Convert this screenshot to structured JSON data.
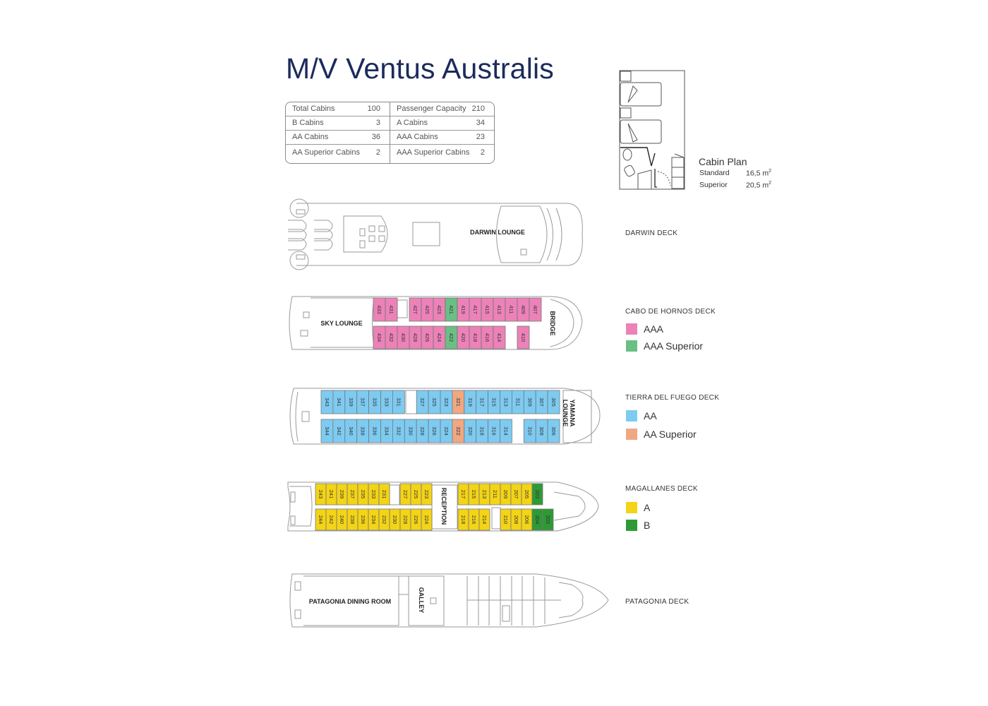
{
  "title": "M/V Ventus Australis",
  "stats": {
    "left": [
      {
        "label": "Total Cabins",
        "value": "100"
      },
      {
        "label": "B Cabins",
        "value": "3"
      },
      {
        "label": "AA Cabins",
        "value": "36"
      },
      {
        "label": "AA Superior Cabins",
        "value": "2"
      }
    ],
    "right": [
      {
        "label": "Passenger Capacity",
        "value": "210"
      },
      {
        "label": "A Cabins",
        "value": "34"
      },
      {
        "label": "AAA Cabins",
        "value": "23"
      },
      {
        "label": "AAA Superior Cabins",
        "value": "2"
      }
    ]
  },
  "cabin_plan": {
    "title": "Cabin Plan",
    "sizes": [
      {
        "type": "Standard",
        "area": "16,5 m",
        "sup": "2"
      },
      {
        "type": "Superior",
        "area": "20,5 m",
        "sup": "2"
      }
    ]
  },
  "colors": {
    "AAA": "#ec82b8",
    "AAA Superior": "#6abf84",
    "AA": "#7ecbf2",
    "AA Superior": "#f0a882",
    "A": "#f3d417",
    "B": "#2e9a35",
    "title": "#1c2a5c",
    "outline": "#9a9a9a"
  },
  "decks": {
    "darwin": {
      "name": "DARWIN DECK",
      "rooms": [
        "DARWIN LOUNGE"
      ]
    },
    "cabo": {
      "name": "CABO DE HORNOS DECK",
      "legend": [
        {
          "label": "AAA",
          "category": "AAA"
        },
        {
          "label": "AAA Superior",
          "category": "AAA Superior"
        }
      ],
      "rooms": [
        "SKY LOUNGE",
        "BRIDGE"
      ],
      "top_row": [
        {
          "n": "433",
          "c": "AAA"
        },
        {
          "n": "431",
          "c": "AAA"
        },
        null,
        {
          "n": "427",
          "c": "AAA"
        },
        {
          "n": "425",
          "c": "AAA"
        },
        {
          "n": "423",
          "c": "AAA"
        },
        {
          "n": "421",
          "c": "AAA Superior"
        },
        {
          "n": "419",
          "c": "AAA"
        },
        {
          "n": "417",
          "c": "AAA"
        },
        {
          "n": "415",
          "c": "AAA"
        },
        {
          "n": "413",
          "c": "AAA"
        },
        {
          "n": "411",
          "c": "AAA"
        },
        {
          "n": "409",
          "c": "AAA"
        },
        {
          "n": "407",
          "c": "AAA"
        }
      ],
      "bottom_row": [
        {
          "n": "434",
          "c": "AAA"
        },
        {
          "n": "432",
          "c": "AAA"
        },
        {
          "n": "430",
          "c": "AAA"
        },
        {
          "n": "428",
          "c": "AAA"
        },
        {
          "n": "426",
          "c": "AAA"
        },
        {
          "n": "424",
          "c": "AAA"
        },
        {
          "n": "422",
          "c": "AAA Superior"
        },
        {
          "n": "420",
          "c": "AAA"
        },
        {
          "n": "418",
          "c": "AAA"
        },
        {
          "n": "416",
          "c": "AAA"
        },
        {
          "n": "414",
          "c": "AAA"
        },
        null,
        {
          "n": "410",
          "c": "AAA"
        },
        null
      ]
    },
    "tierra": {
      "name": "TIERRA DEL FUEGO DECK",
      "legend": [
        {
          "label": "AA",
          "category": "AA"
        },
        {
          "label": "AA Superior",
          "category": "AA Superior"
        }
      ],
      "rooms": [
        "YAMANA",
        "LOUNGE"
      ],
      "top_row": [
        {
          "n": "343",
          "c": "AA"
        },
        {
          "n": "341",
          "c": "AA"
        },
        {
          "n": "339",
          "c": "AA"
        },
        {
          "n": "337",
          "c": "AA"
        },
        {
          "n": "335",
          "c": "AA"
        },
        {
          "n": "333",
          "c": "AA"
        },
        {
          "n": "331",
          "c": "AA"
        },
        null,
        {
          "n": "327",
          "c": "AA"
        },
        {
          "n": "325",
          "c": "AA"
        },
        {
          "n": "323",
          "c": "AA"
        },
        {
          "n": "321",
          "c": "AA Superior"
        },
        {
          "n": "319",
          "c": "AA"
        },
        {
          "n": "317",
          "c": "AA"
        },
        {
          "n": "315",
          "c": "AA"
        },
        {
          "n": "313",
          "c": "AA"
        },
        {
          "n": "311",
          "c": "AA"
        },
        {
          "n": "309",
          "c": "AA"
        },
        {
          "n": "307",
          "c": "AA"
        },
        {
          "n": "305",
          "c": "AA"
        }
      ],
      "bottom_row": [
        {
          "n": "344",
          "c": "AA"
        },
        {
          "n": "342",
          "c": "AA"
        },
        {
          "n": "340",
          "c": "AA"
        },
        {
          "n": "338",
          "c": "AA"
        },
        {
          "n": "336",
          "c": "AA"
        },
        {
          "n": "334",
          "c": "AA"
        },
        {
          "n": "332",
          "c": "AA"
        },
        {
          "n": "330",
          "c": "AA"
        },
        {
          "n": "328",
          "c": "AA"
        },
        {
          "n": "326",
          "c": "AA"
        },
        {
          "n": "324",
          "c": "AA"
        },
        {
          "n": "322",
          "c": "AA Superior"
        },
        {
          "n": "320",
          "c": "AA"
        },
        {
          "n": "318",
          "c": "AA"
        },
        {
          "n": "316",
          "c": "AA"
        },
        {
          "n": "314",
          "c": "AA"
        },
        null,
        {
          "n": "310",
          "c": "AA"
        },
        {
          "n": "308",
          "c": "AA"
        },
        {
          "n": "306",
          "c": "AA"
        }
      ]
    },
    "magallanes": {
      "name": "MAGALLANES DECK",
      "legend": [
        {
          "label": "A",
          "category": "A"
        },
        {
          "label": "B",
          "category": "B"
        }
      ],
      "rooms": [
        "RECEPTION"
      ],
      "top_row_aft": [
        {
          "n": "243",
          "c": "A"
        },
        {
          "n": "241",
          "c": "A"
        },
        {
          "n": "239",
          "c": "A"
        },
        {
          "n": "237",
          "c": "A"
        },
        {
          "n": "235",
          "c": "A"
        },
        {
          "n": "233",
          "c": "A"
        },
        {
          "n": "231",
          "c": "A"
        },
        null,
        {
          "n": "227",
          "c": "A"
        },
        {
          "n": "225",
          "c": "A"
        },
        {
          "n": "223",
          "c": "A"
        }
      ],
      "bottom_row_aft": [
        {
          "n": "244",
          "c": "A"
        },
        {
          "n": "242",
          "c": "A"
        },
        {
          "n": "240",
          "c": "A"
        },
        {
          "n": "238",
          "c": "A"
        },
        {
          "n": "236",
          "c": "A"
        },
        {
          "n": "234",
          "c": "A"
        },
        {
          "n": "232",
          "c": "A"
        },
        {
          "n": "230",
          "c": "A"
        },
        {
          "n": "228",
          "c": "A"
        },
        {
          "n": "226",
          "c": "A"
        },
        {
          "n": "224",
          "c": "A"
        }
      ],
      "top_row_fwd": [
        {
          "n": "217",
          "c": "A"
        },
        {
          "n": "215",
          "c": "A"
        },
        {
          "n": "213",
          "c": "A"
        },
        {
          "n": "211",
          "c": "A"
        },
        {
          "n": "209",
          "c": "A"
        },
        {
          "n": "207",
          "c": "A"
        },
        {
          "n": "205",
          "c": "A"
        },
        {
          "n": "203",
          "c": "B"
        }
      ],
      "bottom_row_fwd": [
        {
          "n": "218",
          "c": "A"
        },
        {
          "n": "216",
          "c": "A"
        },
        {
          "n": "214",
          "c": "A"
        },
        null,
        {
          "n": "210",
          "c": "A"
        },
        {
          "n": "208",
          "c": "A"
        },
        {
          "n": "206",
          "c": "A"
        },
        {
          "n": "204",
          "c": "B"
        },
        {
          "n": "202",
          "c": "B"
        }
      ]
    },
    "patagonia": {
      "name": "PATAGONIA DECK",
      "rooms": [
        "PATAGONIA DINING ROOM",
        "GALLEY"
      ]
    }
  }
}
